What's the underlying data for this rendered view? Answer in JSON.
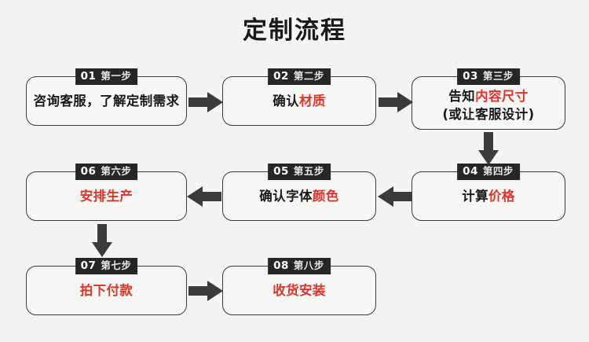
{
  "diagram": {
    "type": "flowchart",
    "title": "定制流程",
    "background_color": "#f4f4f2",
    "accent_color": "#e0342b",
    "badge_color": "#262626",
    "box_border_color": "#3a3a3a",
    "arrow_color": "#3b3b3b",
    "steps": [
      {
        "id": "step-01",
        "number": "01",
        "step_label": "第一步",
        "lines": [
          {
            "segments": [
              {
                "text": "咨询客服，了解定制需求",
                "color": "black"
              }
            ]
          }
        ]
      },
      {
        "id": "step-02",
        "number": "02",
        "step_label": "第二步",
        "lines": [
          {
            "segments": [
              {
                "text": "确认",
                "color": "black"
              },
              {
                "text": "材质",
                "color": "red"
              }
            ]
          }
        ]
      },
      {
        "id": "step-03",
        "number": "03",
        "step_label": "第三步",
        "lines": [
          {
            "segments": [
              {
                "text": "告知",
                "color": "black"
              },
              {
                "text": "内容尺寸",
                "color": "red"
              }
            ]
          },
          {
            "segments": [
              {
                "text": "(或让客服设计)",
                "color": "black"
              }
            ]
          }
        ]
      },
      {
        "id": "step-04",
        "number": "04",
        "step_label": "第四步",
        "lines": [
          {
            "segments": [
              {
                "text": "计算",
                "color": "black"
              },
              {
                "text": "价格",
                "color": "red"
              }
            ]
          }
        ]
      },
      {
        "id": "step-05",
        "number": "05",
        "step_label": "第五步",
        "lines": [
          {
            "segments": [
              {
                "text": "确认字体",
                "color": "black"
              },
              {
                "text": "颜色",
                "color": "red"
              }
            ]
          }
        ]
      },
      {
        "id": "step-06",
        "number": "06",
        "step_label": "第六步",
        "lines": [
          {
            "segments": [
              {
                "text": "安排生产",
                "color": "red"
              }
            ]
          }
        ]
      },
      {
        "id": "step-07",
        "number": "07",
        "step_label": "第七步",
        "lines": [
          {
            "segments": [
              {
                "text": "拍下付款",
                "color": "red"
              }
            ]
          }
        ]
      },
      {
        "id": "step-08",
        "number": "08",
        "step_label": "第八步",
        "lines": [
          {
            "segments": [
              {
                "text": "收货安装",
                "color": "red"
              }
            ]
          }
        ]
      }
    ],
    "connectors": [
      {
        "name": "arrow-step01-to-step02",
        "direction": "right"
      },
      {
        "name": "arrow-step02-to-step03",
        "direction": "right"
      },
      {
        "name": "arrow-step03-to-step04",
        "direction": "down"
      },
      {
        "name": "arrow-step04-to-step05",
        "direction": "left"
      },
      {
        "name": "arrow-step05-to-step06",
        "direction": "left"
      },
      {
        "name": "arrow-step06-to-step07",
        "direction": "down"
      },
      {
        "name": "arrow-step07-to-step08",
        "direction": "right"
      }
    ]
  }
}
